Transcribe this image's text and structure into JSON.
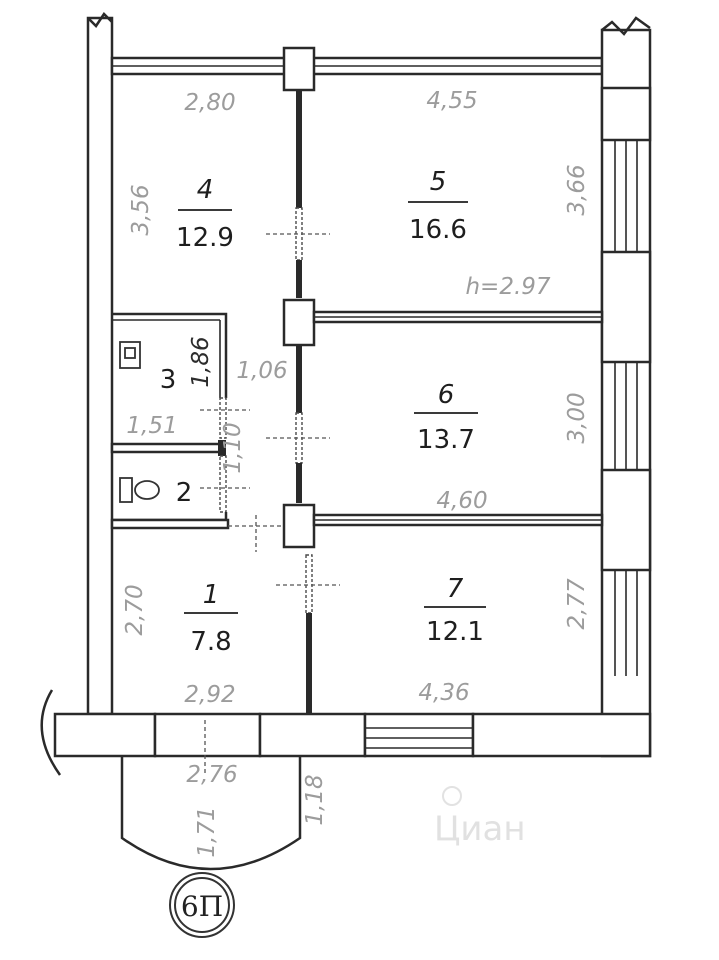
{
  "rooms": [
    {
      "number": "4",
      "area": "12.9"
    },
    {
      "number": "5",
      "area": "16.6"
    },
    {
      "number": "3",
      "area": ""
    },
    {
      "number": "6",
      "area": "13.7"
    },
    {
      "number": "2",
      "area": ""
    },
    {
      "number": "1",
      "area": "7.8"
    },
    {
      "number": "7",
      "area": "12.1"
    }
  ],
  "dimensions": {
    "r4_width": "2,80",
    "r5_width": "4,55",
    "r4_height": "3,56",
    "r5_height": "3,66",
    "ceiling_height": "h=2.97",
    "r3_height": "1,86",
    "corridor_width": "1,06",
    "r3_width": "1,51",
    "r2_height": "1,10",
    "r6_height": "3,00",
    "r6_width": "4,60",
    "r1_height": "2,70",
    "r7_height": "2,77",
    "r1_width": "2,92",
    "r7_width": "4,36",
    "balcony_width": "2,76",
    "balcony_left": "1,71",
    "balcony_right": "1,18"
  },
  "floor_label": "6П",
  "watermark": "Циан"
}
